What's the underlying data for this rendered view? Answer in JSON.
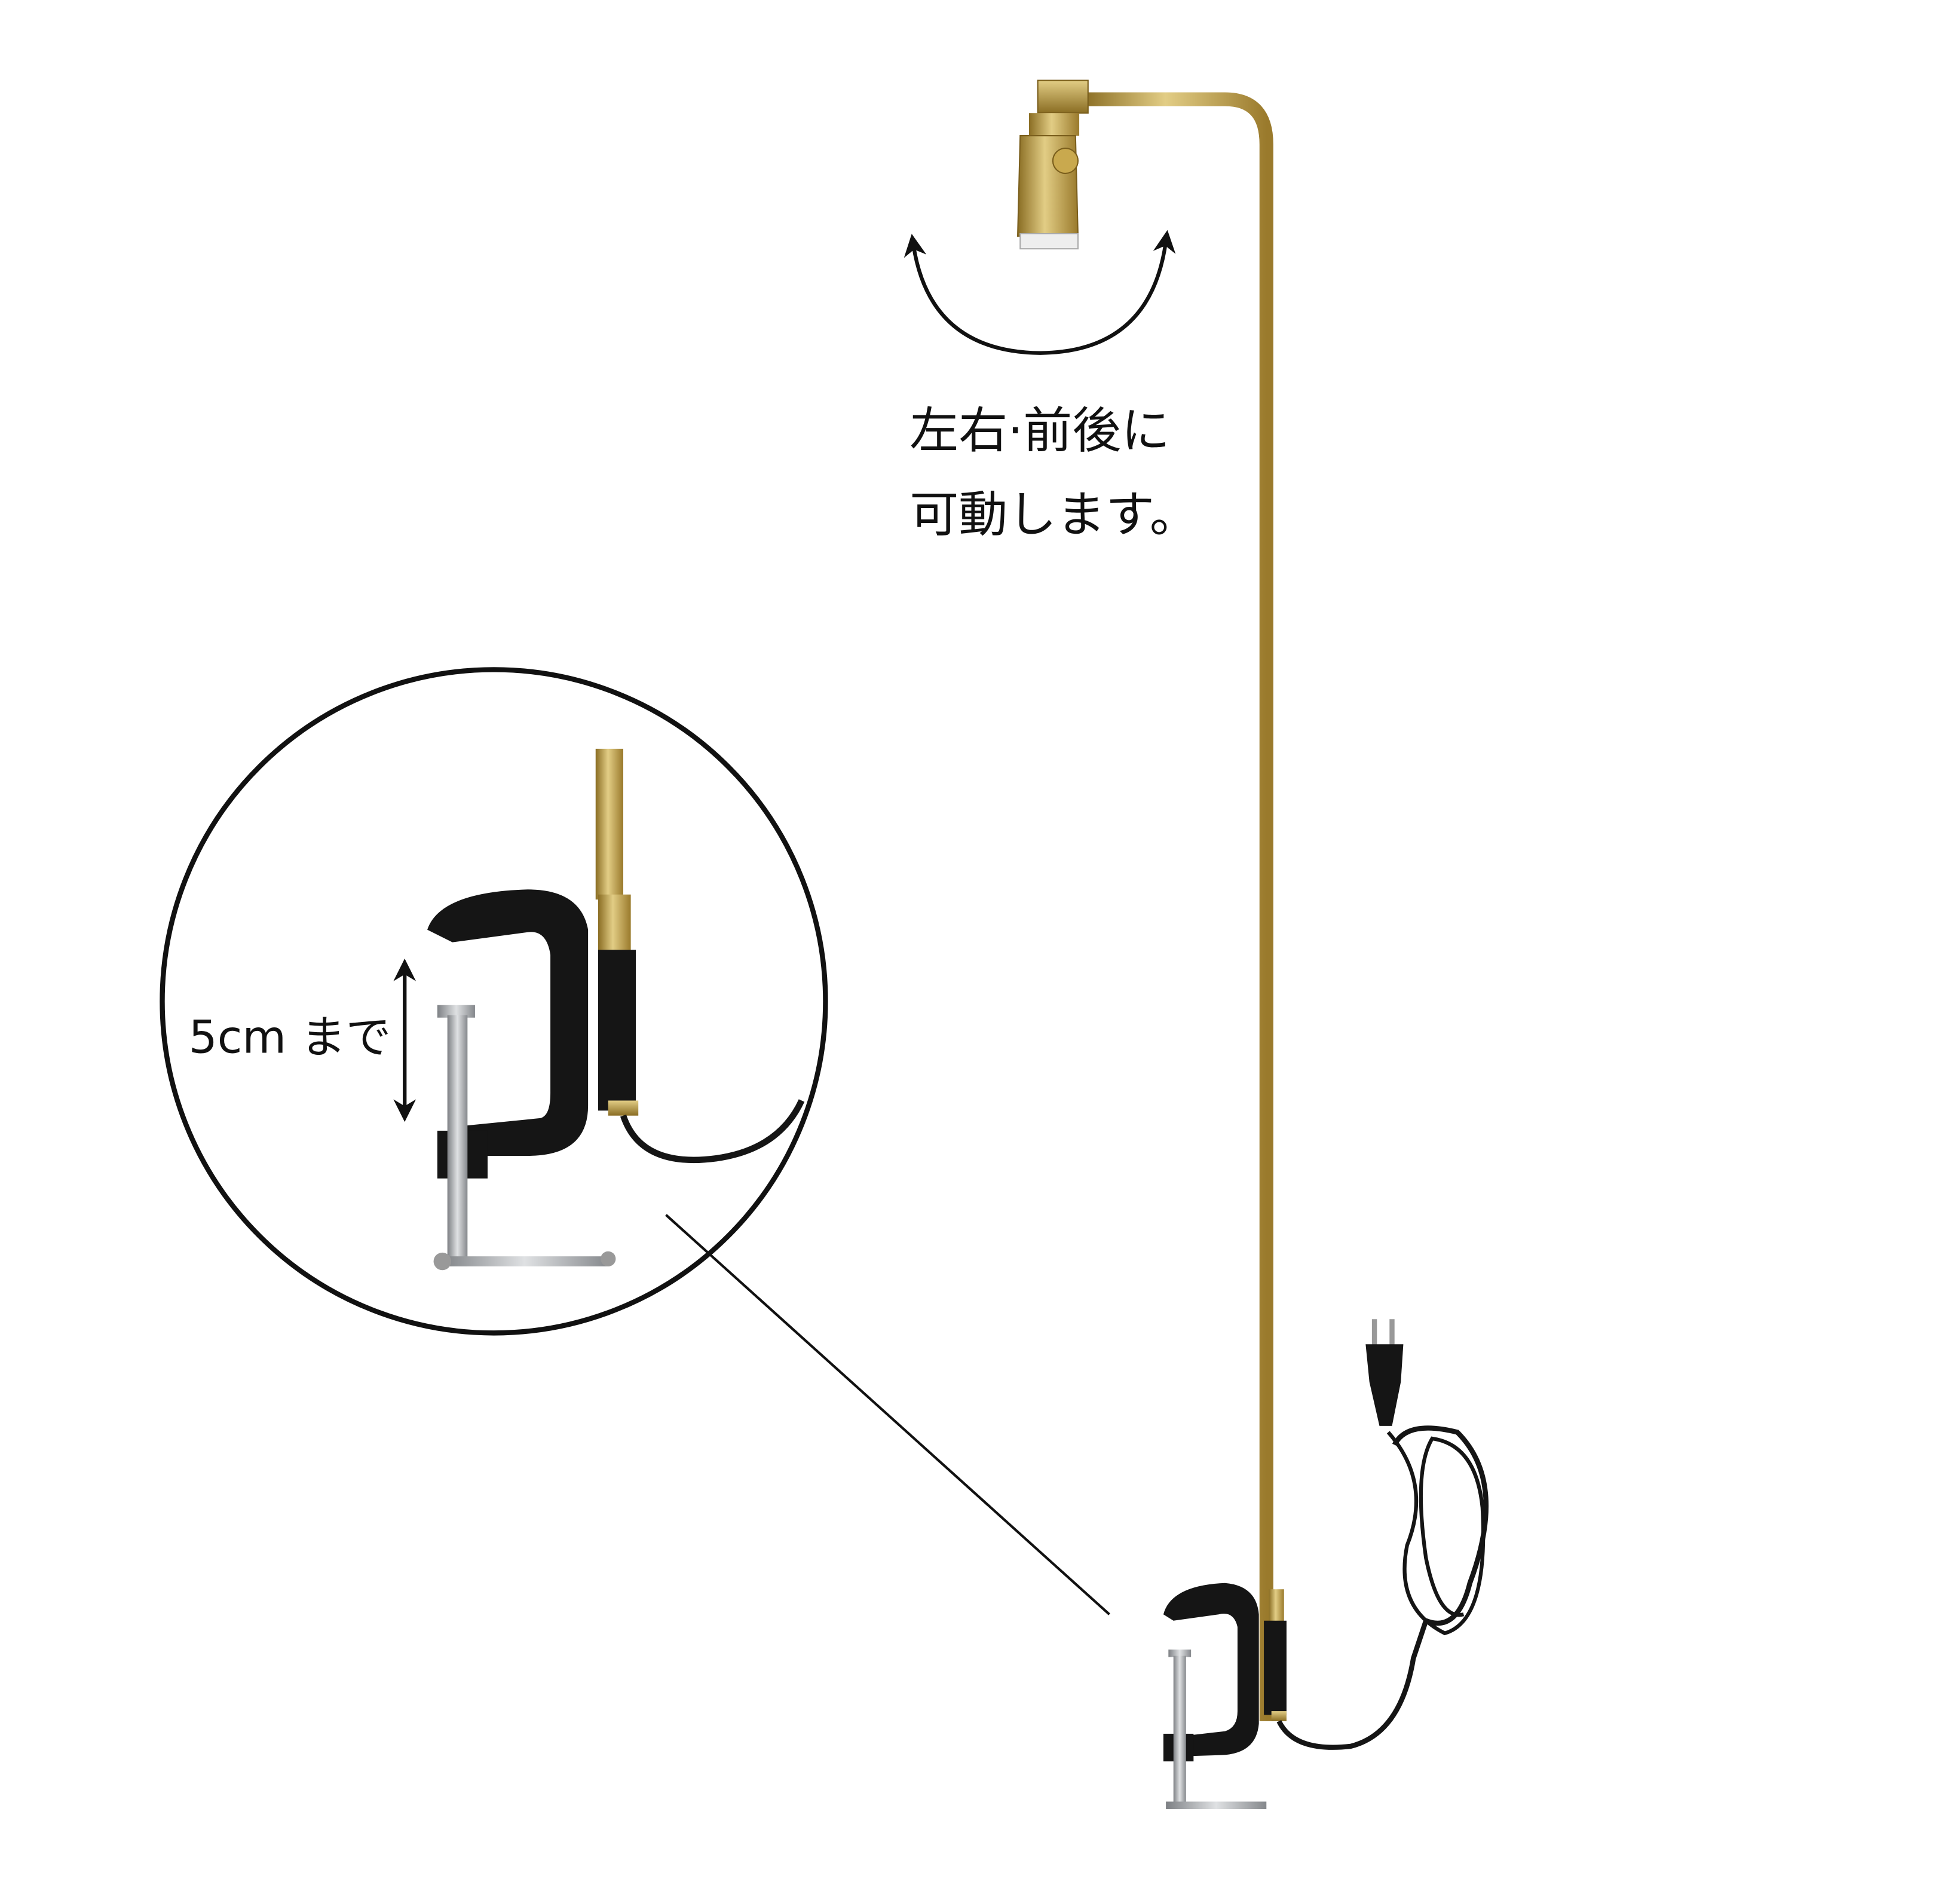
{
  "annotations": {
    "rotation_line1": "左右·前後に",
    "rotation_line2": "可動します。",
    "clamp_range": "5cm まで"
  },
  "colors": {
    "brass": "#b8973a",
    "brass_light": "#d9c27a",
    "clamp_black": "#151515",
    "screw_silver": "#a9acaf",
    "line": "#111111"
  }
}
